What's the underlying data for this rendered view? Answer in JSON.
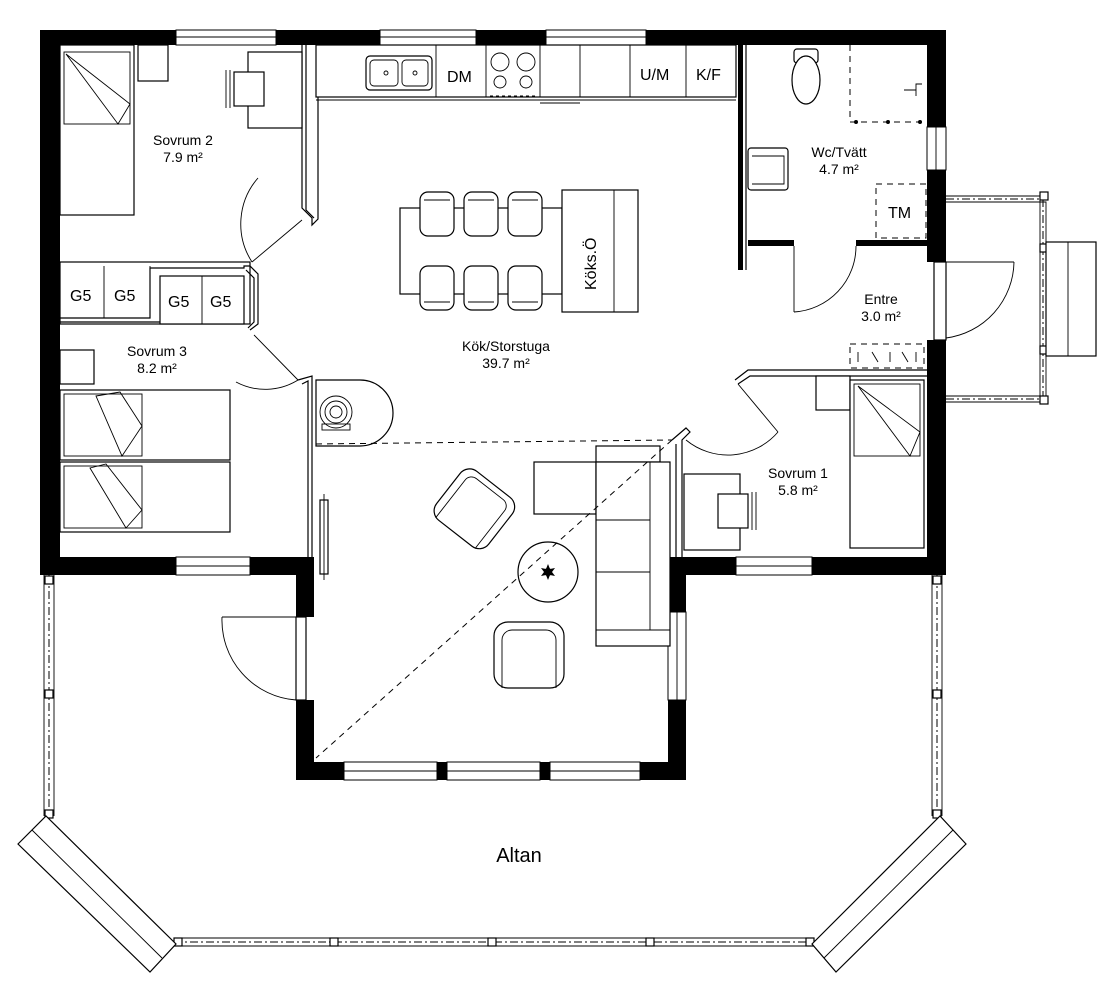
{
  "rooms": {
    "sovrum2": {
      "name": "Sovrum 2",
      "area": "7.9 m²"
    },
    "sovrum3": {
      "name": "Sovrum 3",
      "area": "8.2 m²"
    },
    "sovrum1": {
      "name": "Sovrum 1",
      "area": "5.8 m²"
    },
    "kok": {
      "name": "Kök/Storstuga",
      "area": "39.7 m²"
    },
    "wc": {
      "name": "Wc/Tvätt",
      "area": "4.7 m²"
    },
    "entre": {
      "name": "Entre",
      "area": "3.0 m²"
    },
    "altan": {
      "name": "Altan"
    }
  },
  "fixtures": {
    "dishwasher": "DM",
    "oven": "U/M",
    "fridge": "K/F",
    "washer": "TM",
    "island": "Köks.Ö",
    "wardrobe": "G5"
  }
}
